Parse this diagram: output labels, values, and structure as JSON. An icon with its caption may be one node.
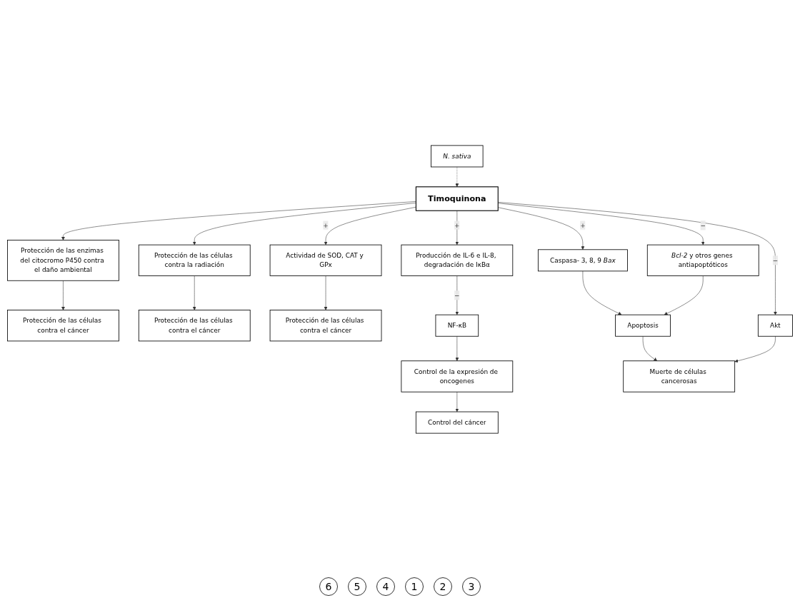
{
  "diagram": {
    "nodes": [
      {
        "text": [
          "N. sativa"
        ]
      },
      {
        "text": [
          "Timoquinona"
        ]
      },
      {
        "text": [
          "Protección de las enzimas del citocromo P450 contra el daño ambiental"
        ]
      },
      {
        "text": [
          "Protección de las células contra el cáncer"
        ]
      },
      {
        "text": [
          "Protección de las células contra la radiación"
        ]
      },
      {
        "text": [
          "Protección de las células contra el cáncer"
        ]
      },
      {
        "text": [
          "Actividad de SOD, CAT y GPx"
        ]
      },
      {
        "text": [
          "Protección de las células contra el cáncer"
        ]
      },
      {
        "text": [
          "Producción de IL-6 e IL-8, degradación de IκBα"
        ]
      },
      {
        "text": [
          "NF-κB"
        ]
      },
      {
        "text": [
          "Control de la expresión de oncogenes"
        ]
      },
      {
        "text": [
          "Control del cáncer"
        ]
      },
      {
        "text": [
          "Caspasa- 3, 8, 9 *Bax*"
        ]
      },
      {
        "text": [
          "*Bcl-2* y otros genes antiapoptóticos"
        ]
      },
      {
        "text": [
          "Akt"
        ]
      },
      {
        "text": [
          "Apoptosis"
        ]
      },
      {
        "text": [
          "Muerte de células cancerosas"
        ]
      }
    ],
    "edges": [
      {
        "from": 0,
        "to": 1,
        "arrow": "to",
        "style": "dashed"
      },
      {
        "from": 1,
        "to": 2,
        "arrow": "to"
      },
      {
        "from": 2,
        "to": 3,
        "arrow": "to"
      },
      {
        "from": 1,
        "to": 4,
        "arrow": "to"
      },
      {
        "from": 4,
        "to": 5,
        "arrow": "to"
      },
      {
        "from": 1,
        "to": 6,
        "arrow": "to",
        "label": "+"
      },
      {
        "from": 6,
        "to": 7,
        "arrow": "to"
      },
      {
        "from": 1,
        "to": 8,
        "arrow": "to",
        "label": "+"
      },
      {
        "from": 8,
        "to": 9,
        "arrow": "to",
        "label": "−"
      },
      {
        "from": 9,
        "to": 10,
        "arrow": "to"
      },
      {
        "from": 10,
        "to": 11,
        "arrow": "to"
      },
      {
        "from": 1,
        "to": 12,
        "arrow": "to",
        "label": "+"
      },
      {
        "from": 1,
        "to": 13,
        "arrow": "to",
        "label": "−"
      },
      {
        "from": 1,
        "to": 14,
        "arrow": "to",
        "label": "−"
      },
      {
        "from": 12,
        "to": 15,
        "arrow": "to"
      },
      {
        "from": 13,
        "to": 15,
        "arrow": "to"
      },
      {
        "from": 15,
        "to": 16,
        "arrow": "to"
      },
      {
        "from": 14,
        "to": 16,
        "arrow": "to"
      }
    ],
    "labels": [
      "6",
      "5",
      "4",
      "1",
      "2",
      "3"
    ]
  }
}
